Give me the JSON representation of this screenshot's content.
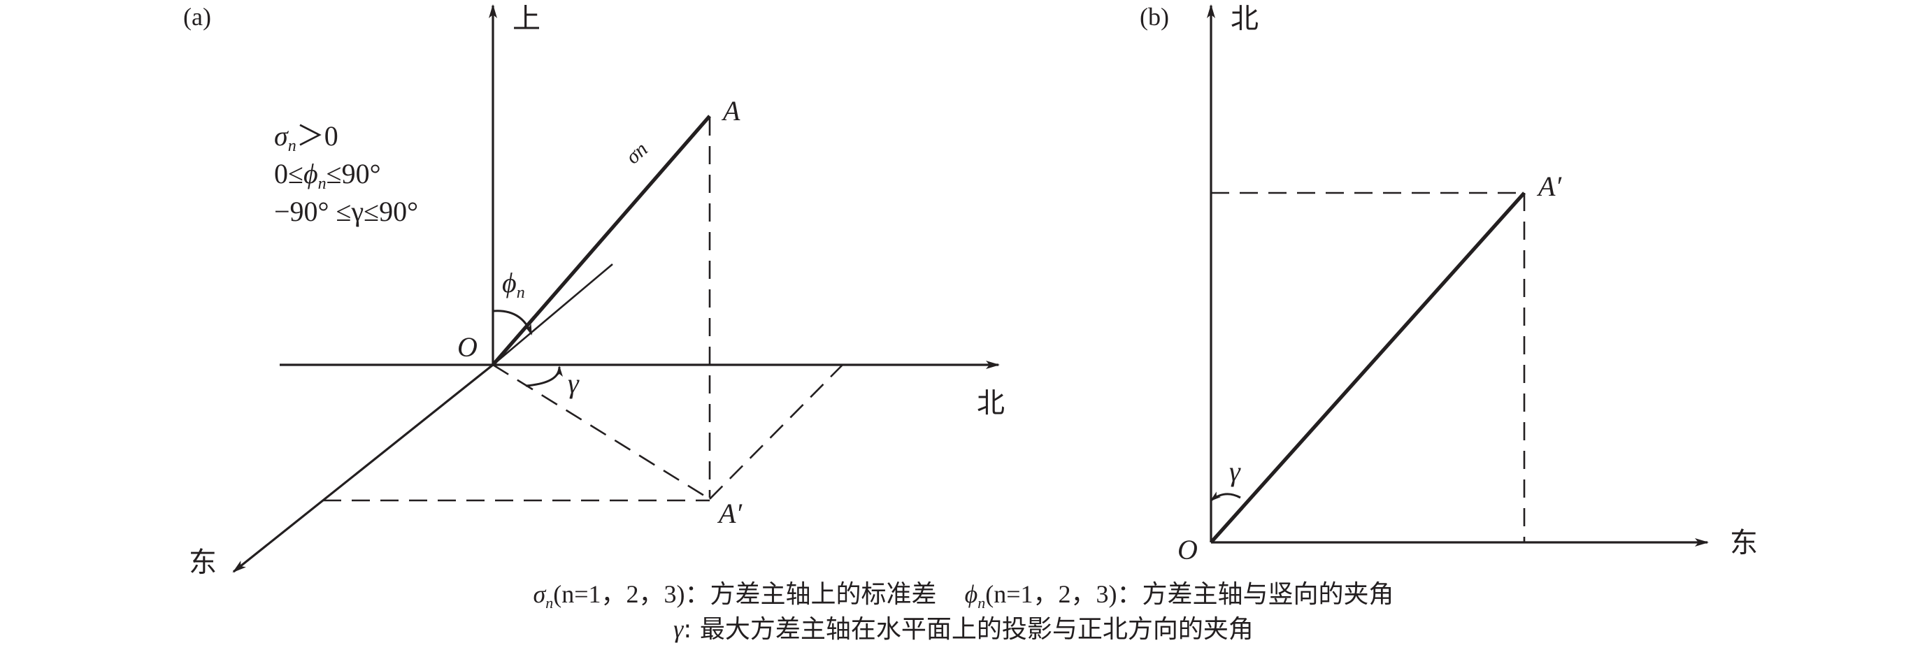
{
  "panel_a": {
    "tag": "(a)",
    "axis_up": "上",
    "axis_north": "北",
    "axis_east": "东",
    "origin": "O",
    "point_A": "A",
    "point_A_prime": "A′",
    "vector_label": "σn",
    "angle_phi": "ϕ",
    "angle_phi_sub": "n",
    "angle_gamma": "γ",
    "cond1_sym": "σ",
    "cond1_sub": "n",
    "cond1_rest": "＞0",
    "cond2_pre": "0≤",
    "cond2_sym": "ϕ",
    "cond2_sub": "n",
    "cond2_rest": "≤90°",
    "cond3": "−90° ≤γ≤90°"
  },
  "panel_b": {
    "tag": "(b)",
    "axis_north": "北",
    "axis_east": "东",
    "origin": "O",
    "point_A_prime": "A′",
    "angle_gamma": "γ"
  },
  "caption": {
    "line1_s_sym": "σ",
    "line1_s_sub": "n",
    "line1_s_paren": "(n=1，2，3)：",
    "line1_s_text": "方差主轴上的标准差",
    "line1_p_sym": "ϕ",
    "line1_p_sub": "n",
    "line1_p_paren": "(n=1，2，3)：",
    "line1_p_text": "方差主轴与竖向的夹角",
    "line2_sym": "γ",
    "line2_text": ": 最大方差主轴在水平面上的投影与正北方向的夹角"
  }
}
